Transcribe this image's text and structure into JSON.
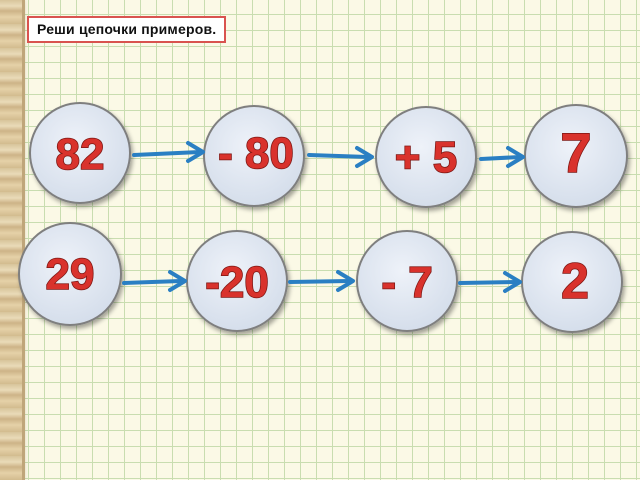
{
  "task_title": "Реши цепочки примеров.",
  "chains": [
    {
      "row": 1,
      "steps": [
        "82",
        "- 80",
        "+ 5",
        "7"
      ]
    },
    {
      "row": 2,
      "steps": [
        "29",
        "-20",
        "- 7",
        "2"
      ]
    }
  ],
  "colors": {
    "circle_fill": "#dfe6f1",
    "circle_stroke": "#7f7f7f",
    "number_fill": "#d9322c",
    "arrow": "#2a7fc3",
    "title_border": "#d9534f"
  }
}
